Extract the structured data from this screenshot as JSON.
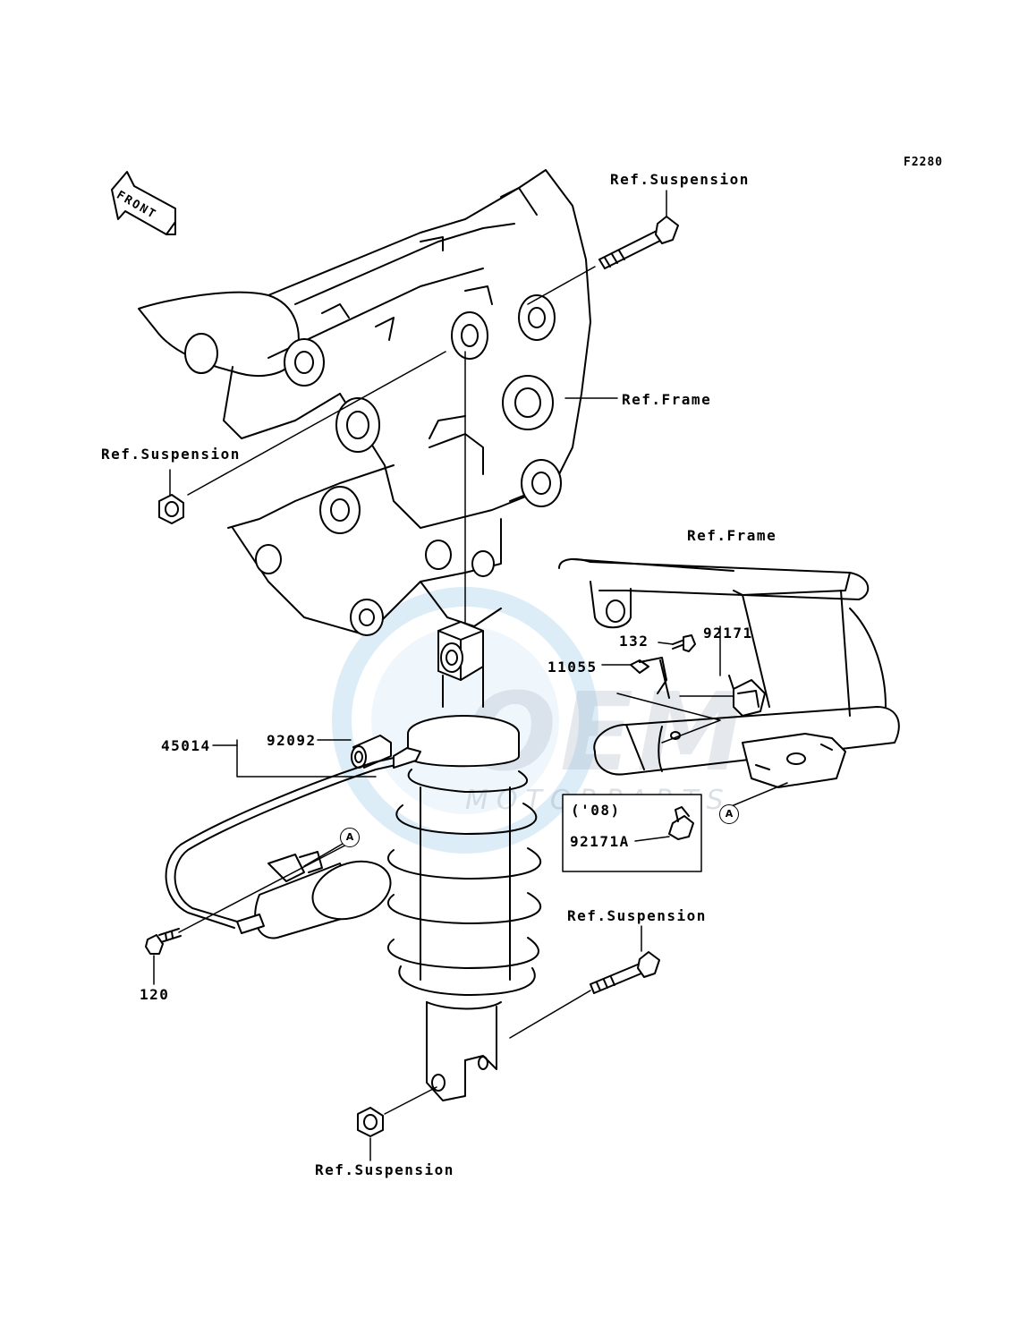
{
  "diagram": {
    "figure_code": "F2280",
    "front_label": "FRONT",
    "labels": {
      "ref_suspension_top": "Ref.Suspension",
      "ref_frame_upper": "Ref.Frame",
      "ref_suspension_left": "Ref.Suspension",
      "ref_frame_right": "Ref.Frame",
      "ref_suspension_lower_right": "Ref.Suspension",
      "ref_suspension_bottom": "Ref.Suspension"
    },
    "part_numbers": {
      "bolt_132": "132",
      "clamp_92171": "92171",
      "bracket_11055": "11055",
      "collar_92092": "92092",
      "shock_45014": "45014",
      "bolt_120": "120"
    },
    "variant_box": {
      "year": "('08)",
      "part": "92171A"
    },
    "callouts": {
      "a_left": "A",
      "a_right": "A"
    },
    "watermark": {
      "logo": "OEM",
      "tagline": "MOTORPARTS"
    }
  }
}
